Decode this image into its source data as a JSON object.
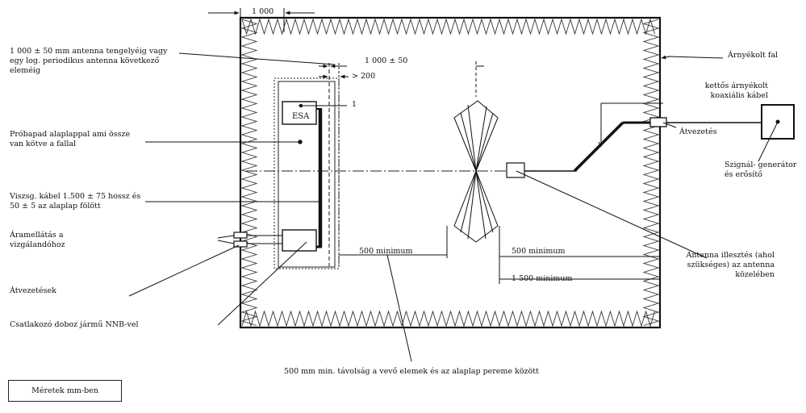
{
  "dimensions": {
    "top_width": "1 000",
    "antenna_gap": "1 000 ± 50",
    "gt_200": "> 200",
    "min_500_left": "500 minimum",
    "min_500_right": "500 minimum",
    "min_1500": "1 500 minimum"
  },
  "inner_labels": {
    "esa": "ESA",
    "one": "1"
  },
  "labels": {
    "antenna_distance": "1 000 ± 50 mm antenna tengelyéig vagy\negy log. periodikus antenna következő\neleméig",
    "test_bench": "Próbapad alaplappal ami össze\nvan kötve a fallal",
    "test_cable": "Viszsg. kábel 1.500 ± 75 hossz és\n50 ± 5 az alaplap fölött",
    "power_supply": "Áramellátás a\nvizgálandóhoz",
    "feedthroughs": "Átvezetések",
    "connector_box": "Csatlakozó doboz jármű NNB-vel",
    "shielded_wall": "Árnyékolt fal",
    "double_shielded_cable": "kettős árnyékolt\nkoaxiális kábel",
    "feedthrough": "Átvezetés",
    "signal_generator": "Szignál- generátor\nés erősítő",
    "antenna_matching": "Antenna illesztés (ahol\nszükséges) az antenna\nközelében",
    "bottom_note": "500 mm min. távolság a vevő elemek és az alaplap pereme között"
  },
  "legend": "Méretek mm-ben"
}
